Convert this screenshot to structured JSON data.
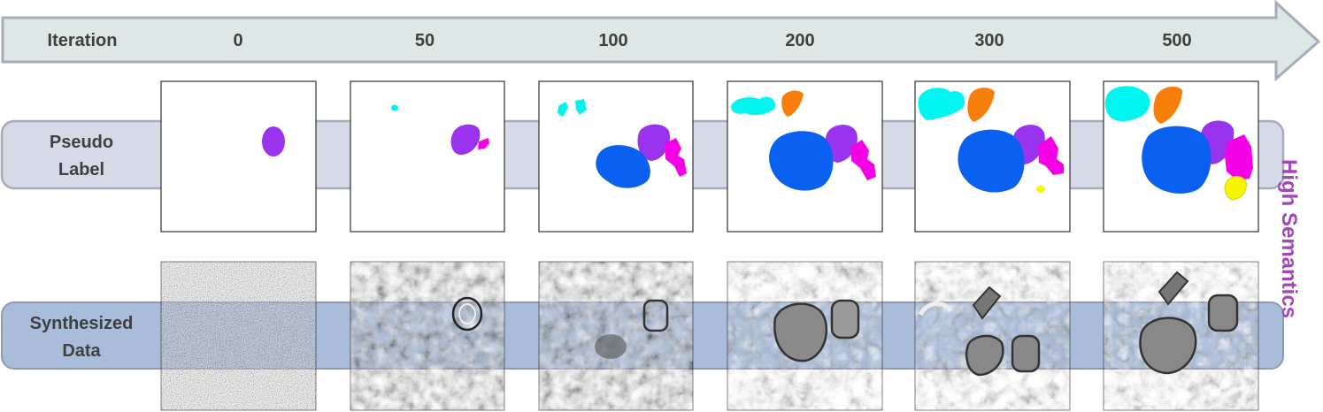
{
  "header": {
    "label": "Iteration",
    "iterations": [
      "0",
      "50",
      "100",
      "200",
      "300",
      "500"
    ]
  },
  "rows": {
    "pseudo_label": {
      "line1": "Pseudo",
      "line2": "Label"
    },
    "synthesized": {
      "line1": "Synthesized",
      "line2": "Data"
    }
  },
  "side_label": "High Semantics",
  "colors": {
    "arrow_fill": "#DCE7E6",
    "arrow_stroke": "#A7ABB8",
    "pseudo_band": "#D6DAE6",
    "synth_band": "#A9BCD9",
    "side_text": "#A545BC",
    "segments": {
      "purple": "#9933EE",
      "cyan": "#00F5F0",
      "orange": "#F57F0A",
      "blue": "#0A60F0",
      "magenta": "#F500E6",
      "yellow": "#F5F500"
    }
  }
}
